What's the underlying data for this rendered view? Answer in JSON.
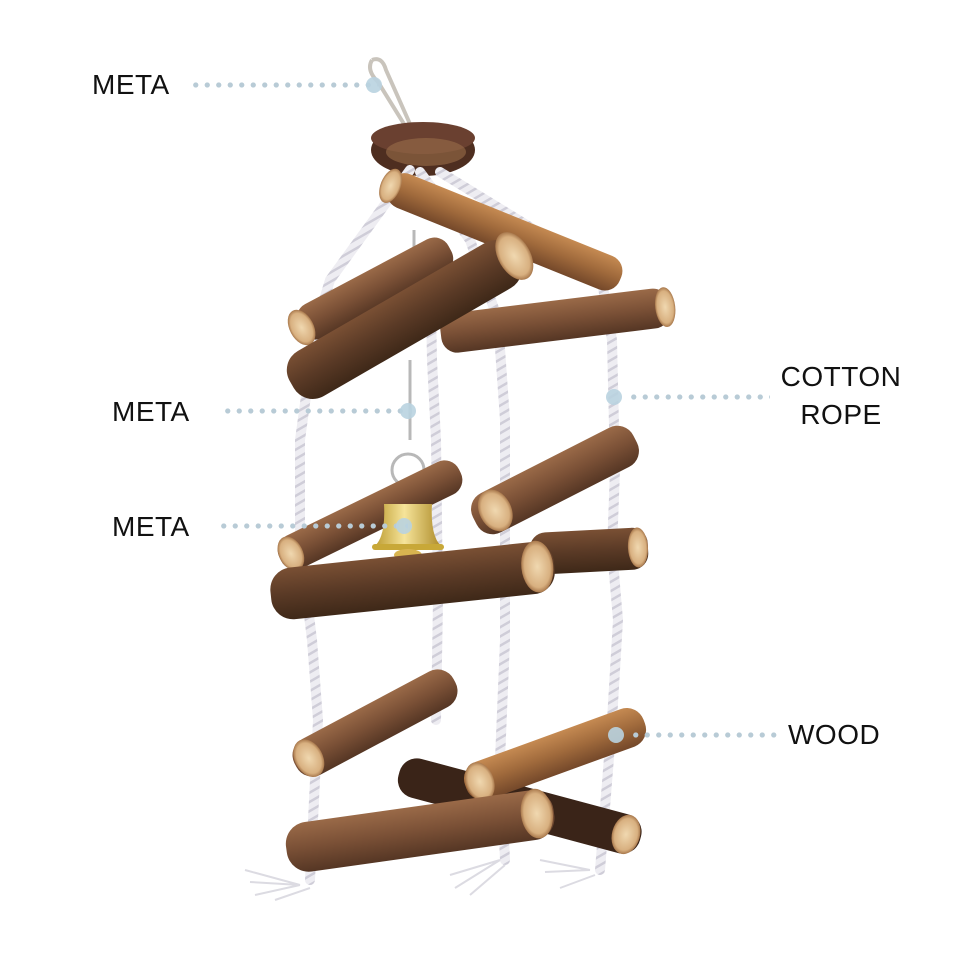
{
  "image": {
    "subject": "Wooden bird ladder toy with cotton rope, metal hook, chain and bell",
    "background_color": "#ffffff",
    "leader_color": "#b8cbd6",
    "leader_endpoint_color": "#b9d3e0"
  },
  "annotations": [
    {
      "id": "hook",
      "text": "META",
      "side": "left",
      "points_to": "top hook"
    },
    {
      "id": "chain",
      "text": "META",
      "side": "left",
      "points_to": "chain"
    },
    {
      "id": "bell",
      "text": "META",
      "side": "left",
      "points_to": "bell"
    },
    {
      "id": "rope",
      "text_line1": "COTTON",
      "text_line2": "ROPE",
      "side": "right",
      "points_to": "rope"
    },
    {
      "id": "wood",
      "text": "WOOD",
      "side": "right",
      "points_to": "wooden perch"
    }
  ]
}
